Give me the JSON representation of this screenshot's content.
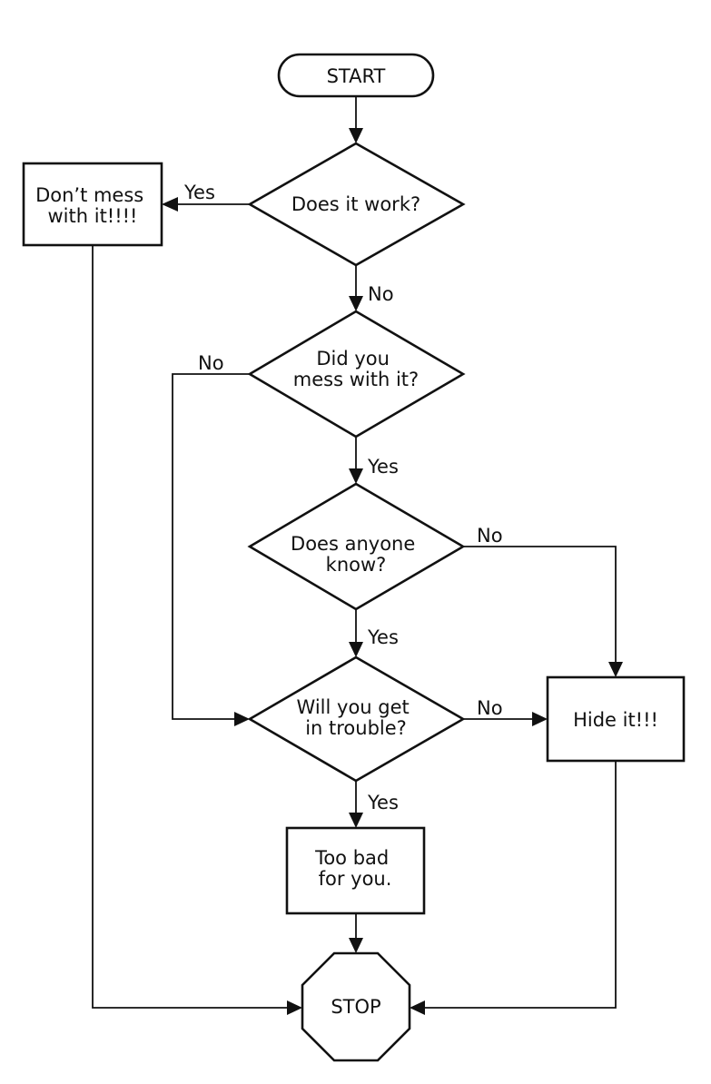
{
  "diagram": {
    "nodes": {
      "start": {
        "lines": [
          "START"
        ]
      },
      "does_it_work": {
        "lines": [
          "Does it work?"
        ]
      },
      "dont_mess": {
        "lines": [
          "Don’t mess",
          "with it!!!!"
        ]
      },
      "did_you_mess": {
        "lines": [
          "Did you",
          "mess with it?"
        ]
      },
      "does_anyone_know": {
        "lines": [
          "Does anyone",
          "know?"
        ]
      },
      "will_you_get_in_trouble": {
        "lines": [
          "Will you get",
          "in trouble?"
        ]
      },
      "hide_it": {
        "lines": [
          "Hide it!!!"
        ]
      },
      "too_bad": {
        "lines": [
          "Too bad",
          "for you."
        ]
      },
      "stop": {
        "lines": [
          "STOP"
        ]
      }
    },
    "edge_labels": {
      "work_yes": "Yes",
      "work_no": "No",
      "mess_no": "No",
      "mess_yes": "Yes",
      "know_no": "No",
      "know_yes": "Yes",
      "trouble_no": "No",
      "trouble_yes": "Yes"
    }
  }
}
